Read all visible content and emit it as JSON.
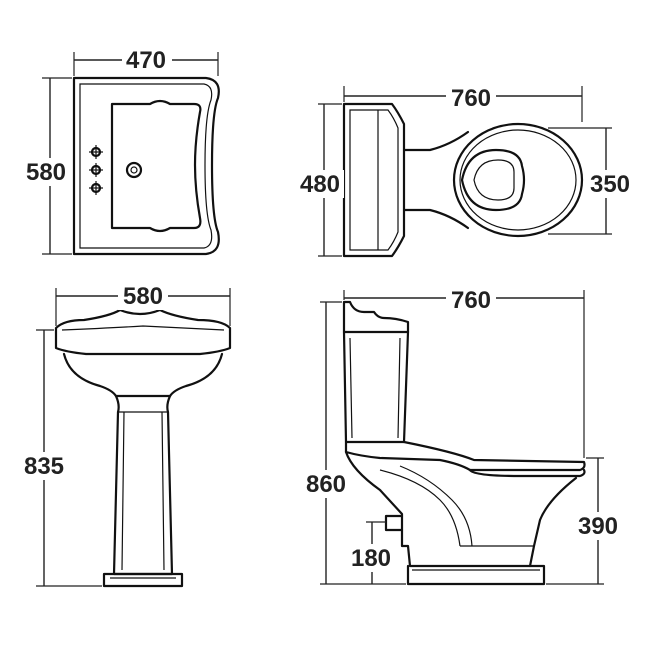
{
  "dimensions": {
    "basin_top_width": "470",
    "basin_top_depth": "580",
    "wc_top_length": "760",
    "wc_top_cistern_width": "480",
    "wc_top_pan_width": "350",
    "basin_front_width": "580",
    "basin_front_height": "835",
    "wc_side_length": "760",
    "wc_side_height": "860",
    "wc_side_pan_height": "390",
    "wc_side_outlet_height": "180"
  }
}
